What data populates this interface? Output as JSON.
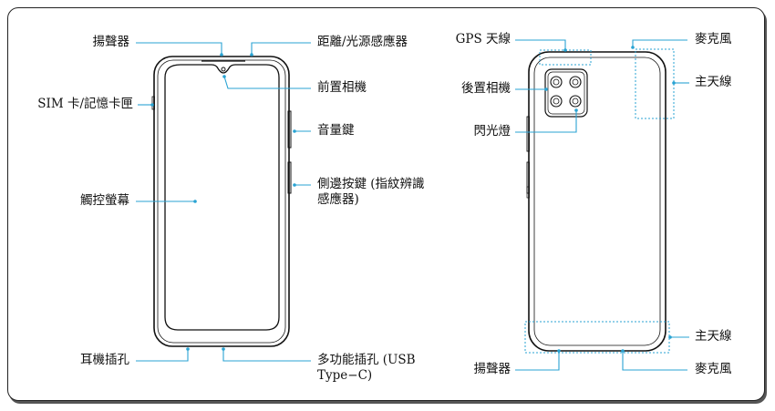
{
  "colors": {
    "leader": "#29a3d3",
    "outline": "#111111",
    "dotted": "#29a3d3"
  },
  "front": {
    "speaker": "揚聲器",
    "proximity_sensor": "距離/光源感應器",
    "front_camera": "前置相機",
    "sim_tray": "SIM 卡/記憶卡匣",
    "volume_key": "音量鍵",
    "side_key_line1": "側邊按鍵 (指紋辨識",
    "side_key_line2": "感應器)",
    "touchscreen": "觸控螢幕",
    "earphone_jack": "耳機插孔",
    "usb_line1": "多功能插孔 (USB",
    "usb_line2": "Type−C)"
  },
  "back": {
    "gps_antenna": "GPS 天線",
    "microphone_top": "麥克風",
    "rear_camera": "後置相機",
    "main_antenna_top": "主天線",
    "flash": "閃光燈",
    "main_antenna_bottom": "主天線",
    "speaker_bottom": "揚聲器",
    "microphone_bottom": "麥克風"
  }
}
